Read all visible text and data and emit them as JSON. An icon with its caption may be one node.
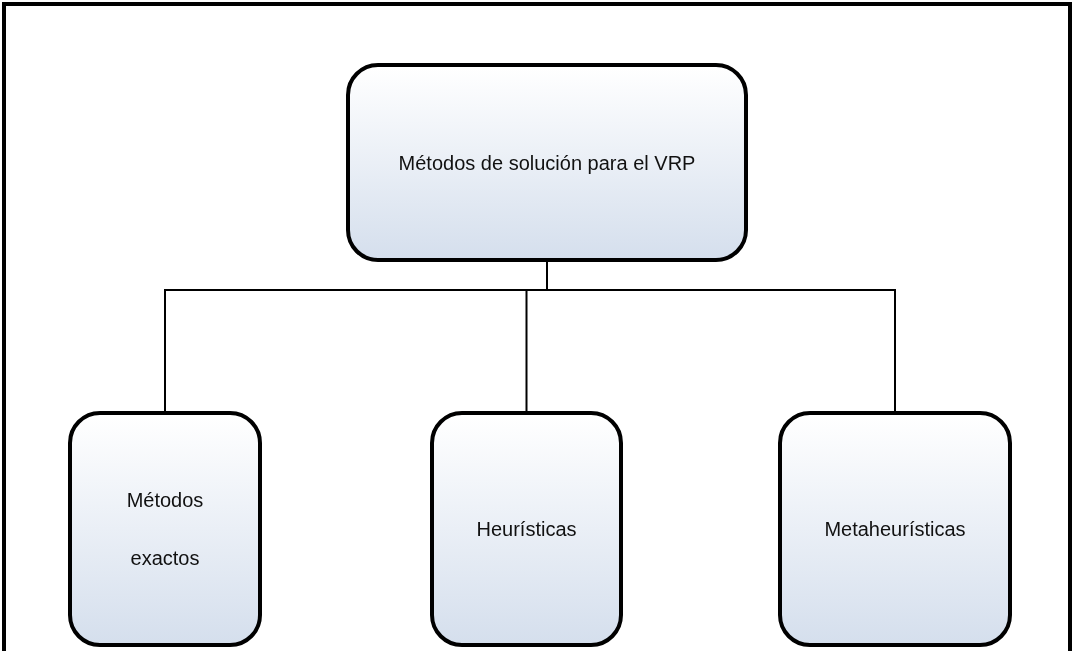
{
  "diagram": {
    "nodes": [
      {
        "text": [
          "Métodos de solución para el VRP"
        ]
      },
      {
        "text": [
          "Métodos exactos"
        ]
      },
      {
        "text": [
          "Heurísticas"
        ]
      },
      {
        "text": [
          "Metaheurísticas"
        ]
      }
    ],
    "edges": [
      {
        "from": 0,
        "to": 1,
        "arrow": "none"
      },
      {
        "from": 0,
        "to": 2,
        "arrow": "none"
      },
      {
        "from": 0,
        "to": 3,
        "arrow": "none"
      }
    ]
  }
}
